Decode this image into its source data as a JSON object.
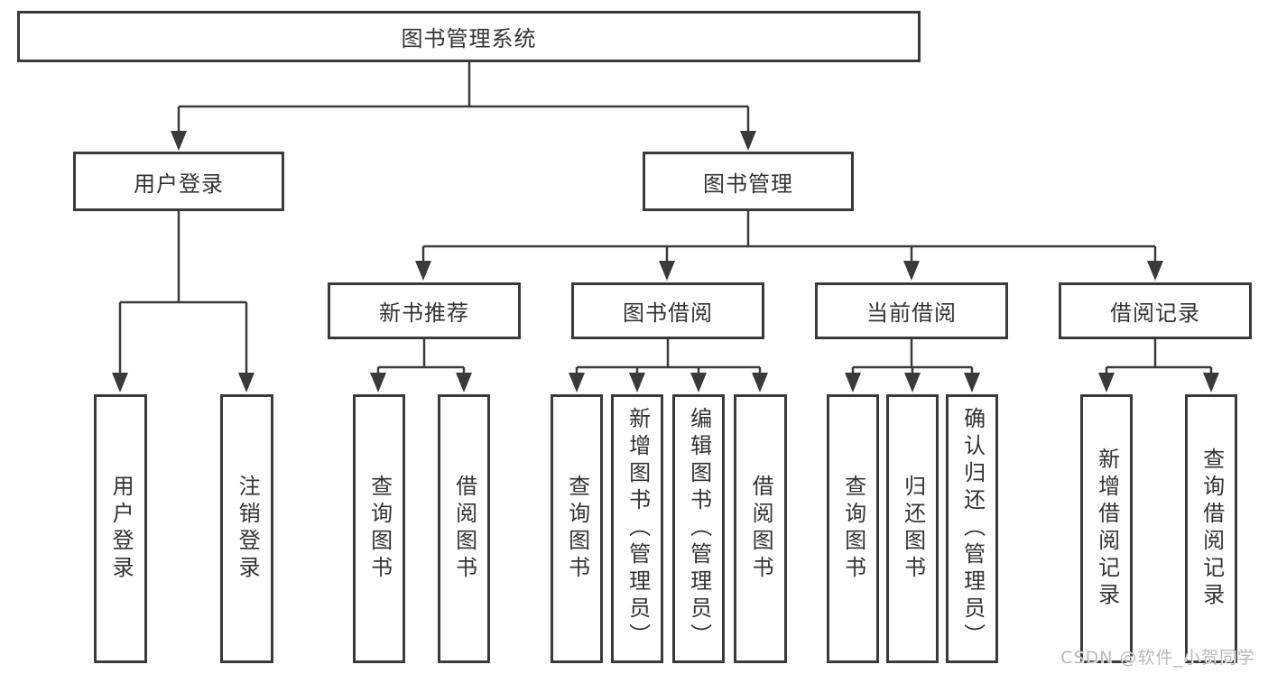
{
  "tree": {
    "root": {
      "label": "图书管理系统",
      "children": [
        {
          "label": "用户登录",
          "children": [
            {
              "label": "用户登录"
            },
            {
              "label": "注销登录"
            }
          ]
        },
        {
          "label": "图书管理",
          "children": [
            {
              "label": "新书推荐",
              "children": [
                {
                  "label": "查询图书"
                },
                {
                  "label": "借阅图书"
                }
              ]
            },
            {
              "label": "图书借阅",
              "children": [
                {
                  "label": "查询图书"
                },
                {
                  "label": "新增图书（管理员）"
                },
                {
                  "label": "编辑图书（管理员）"
                },
                {
                  "label": "借阅图书"
                }
              ]
            },
            {
              "label": "当前借阅",
              "children": [
                {
                  "label": "查询图书"
                },
                {
                  "label": "归还图书"
                },
                {
                  "label": "确认归还（管理员）"
                }
              ]
            },
            {
              "label": "借阅记录",
              "children": [
                {
                  "label": "新增借阅记录"
                },
                {
                  "label": "查询借阅记录"
                }
              ]
            }
          ]
        }
      ]
    }
  },
  "colors": {
    "line": "#3a3a3a",
    "text": "#333333",
    "watermark": "#b9b9b9"
  },
  "watermark": {
    "text": "CSDN @软件_小贺同学"
  }
}
